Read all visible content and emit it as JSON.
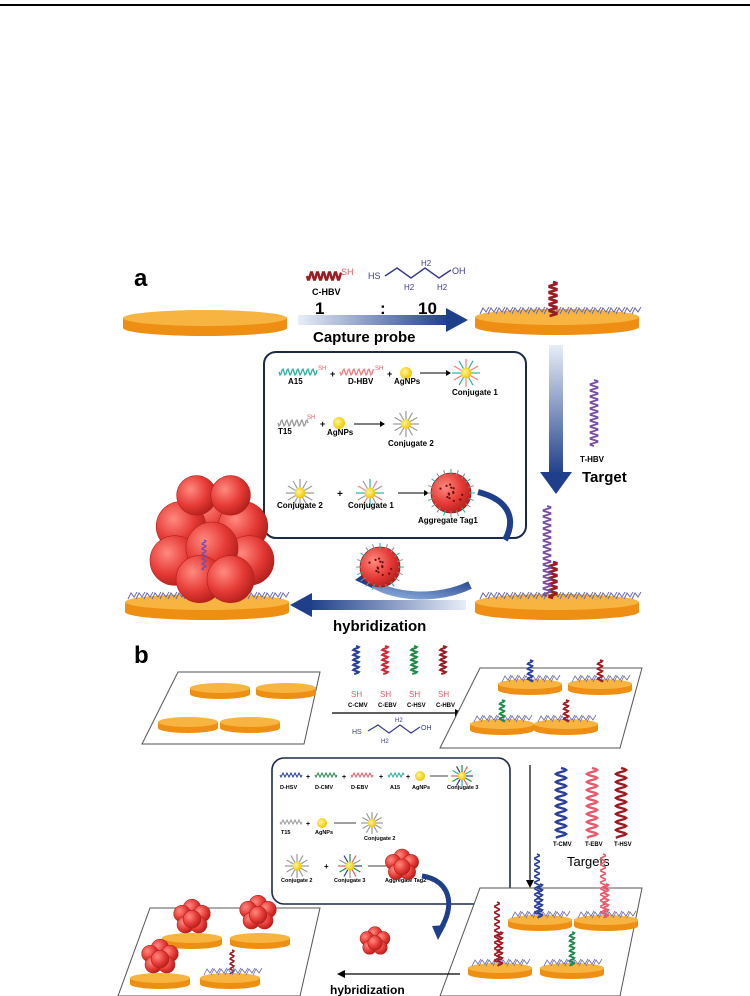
{
  "panel_a": {
    "letter": "a",
    "probe_label": "C-HBV",
    "sh": "SH",
    "ratio_left": "1",
    "ratio_colon": ":",
    "ratio_right": "10",
    "capture_label": "Capture probe",
    "target_strand_label": "T-HBV",
    "target_label": "Target",
    "hybridization_label": "hybridization",
    "chem": {
      "hs": "HS",
      "h2a": "H2",
      "h2b": "H2",
      "h2c": "H2",
      "oh": "OH"
    },
    "box": {
      "r1": {
        "a": "A15",
        "b": "D-HBV",
        "c": "AgNPs",
        "d": "Conjugate 1"
      },
      "r2": {
        "a": "T15",
        "b": "AgNPs",
        "c": "Conjugate 2"
      },
      "r3": {
        "a": "Conjugate 2",
        "b": "Conjugate 1",
        "c": "Aggregate Tag1"
      },
      "plus": "+",
      "arrow": "→"
    }
  },
  "panel_b": {
    "letter": "b",
    "probes": [
      "C-CMV",
      "C-EBV",
      "C-HSV",
      "C-HBV"
    ],
    "sh": "SH",
    "chem": {
      "hs": "HS",
      "h2a": "H2",
      "h2b": "H2",
      "oh": "OH"
    },
    "targets": [
      "T-CMV",
      "T-EBV",
      "T-HSV"
    ],
    "targets_label": "Targets",
    "hybridization_label": "hybridization",
    "box": {
      "r1": {
        "a": "D-HSV",
        "b": "D-CMV",
        "c": "D-EBV",
        "d": "A15",
        "e": "AgNPs",
        "f": "Conjugate 3"
      },
      "r2": {
        "a": "T15",
        "b": "AgNPs",
        "c": "Conjugate 2"
      },
      "r3": {
        "a": "Conjugate 2",
        "b": "Conjugate 3",
        "c": "Aggregate Tag2"
      },
      "plus": "+"
    }
  },
  "colors": {
    "disk": "#f39a1e",
    "disk_top": "#f7b440",
    "arrow_blue": "#1f3f8a",
    "hbv": "#9b1c22",
    "cmv": "#2a3f9c",
    "ebv": "#e85a6a",
    "hsv": "#1f8a4a",
    "a15": "#2ab0a0",
    "agnp": "#f4d10f",
    "tag": "#e63a36"
  }
}
